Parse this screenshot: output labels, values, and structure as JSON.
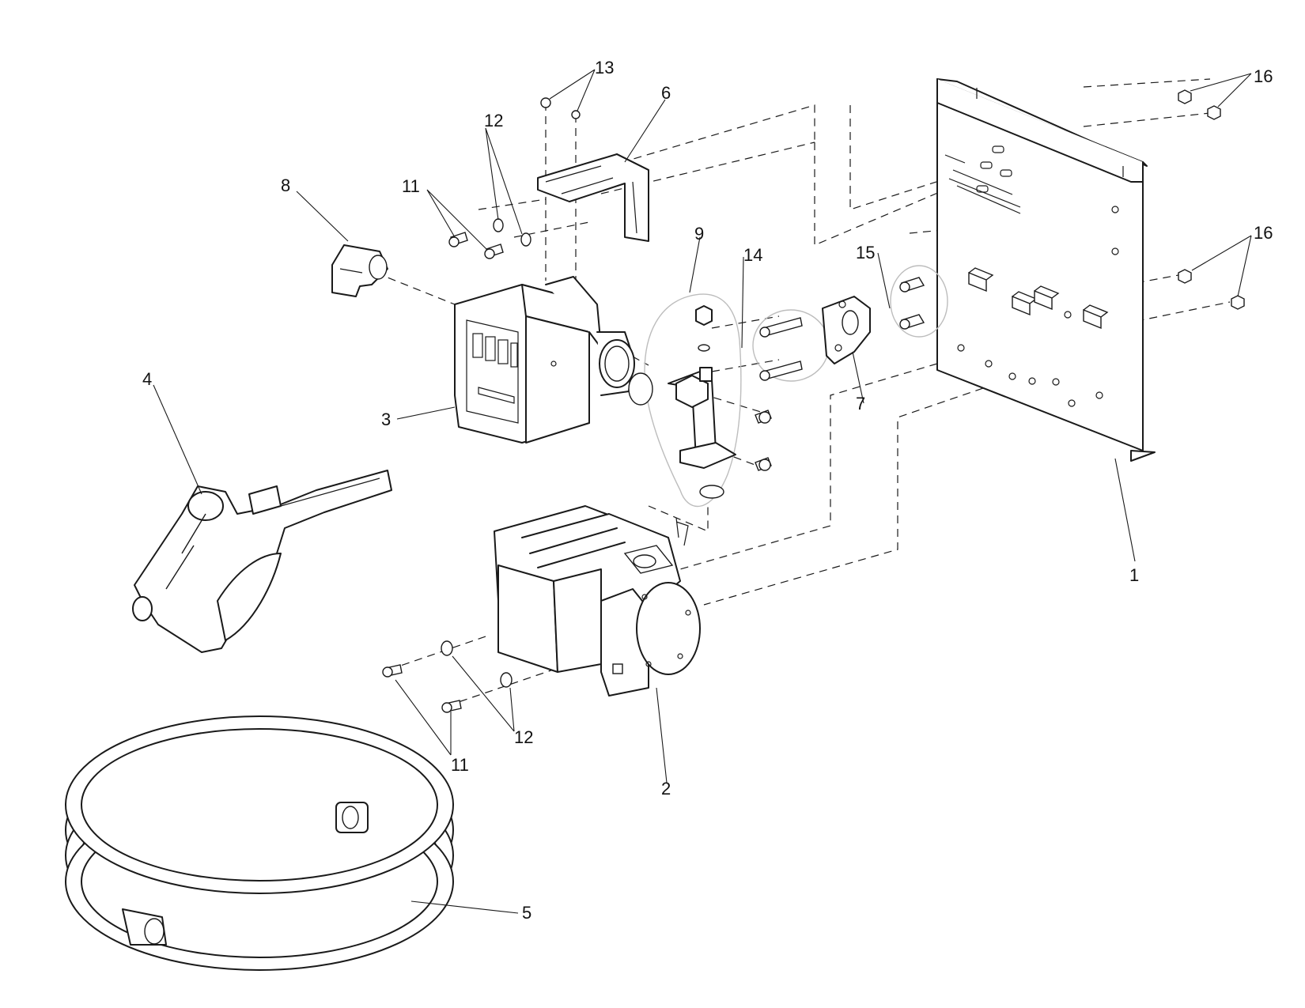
{
  "callouts": {
    "c1": "1",
    "c2": "2",
    "c3": "3",
    "c4": "4",
    "c5": "5",
    "c6": "6",
    "c7": "7",
    "c8": "8",
    "c9": "9",
    "c11a": "11",
    "c11b": "11",
    "c12a": "12",
    "c12b": "12",
    "c13": "13",
    "c14": "14",
    "c15": "15",
    "c16a": "16",
    "c16b": "16"
  },
  "meter_display": {
    "digits": [
      "",
      "",
      "",
      ""
    ]
  }
}
